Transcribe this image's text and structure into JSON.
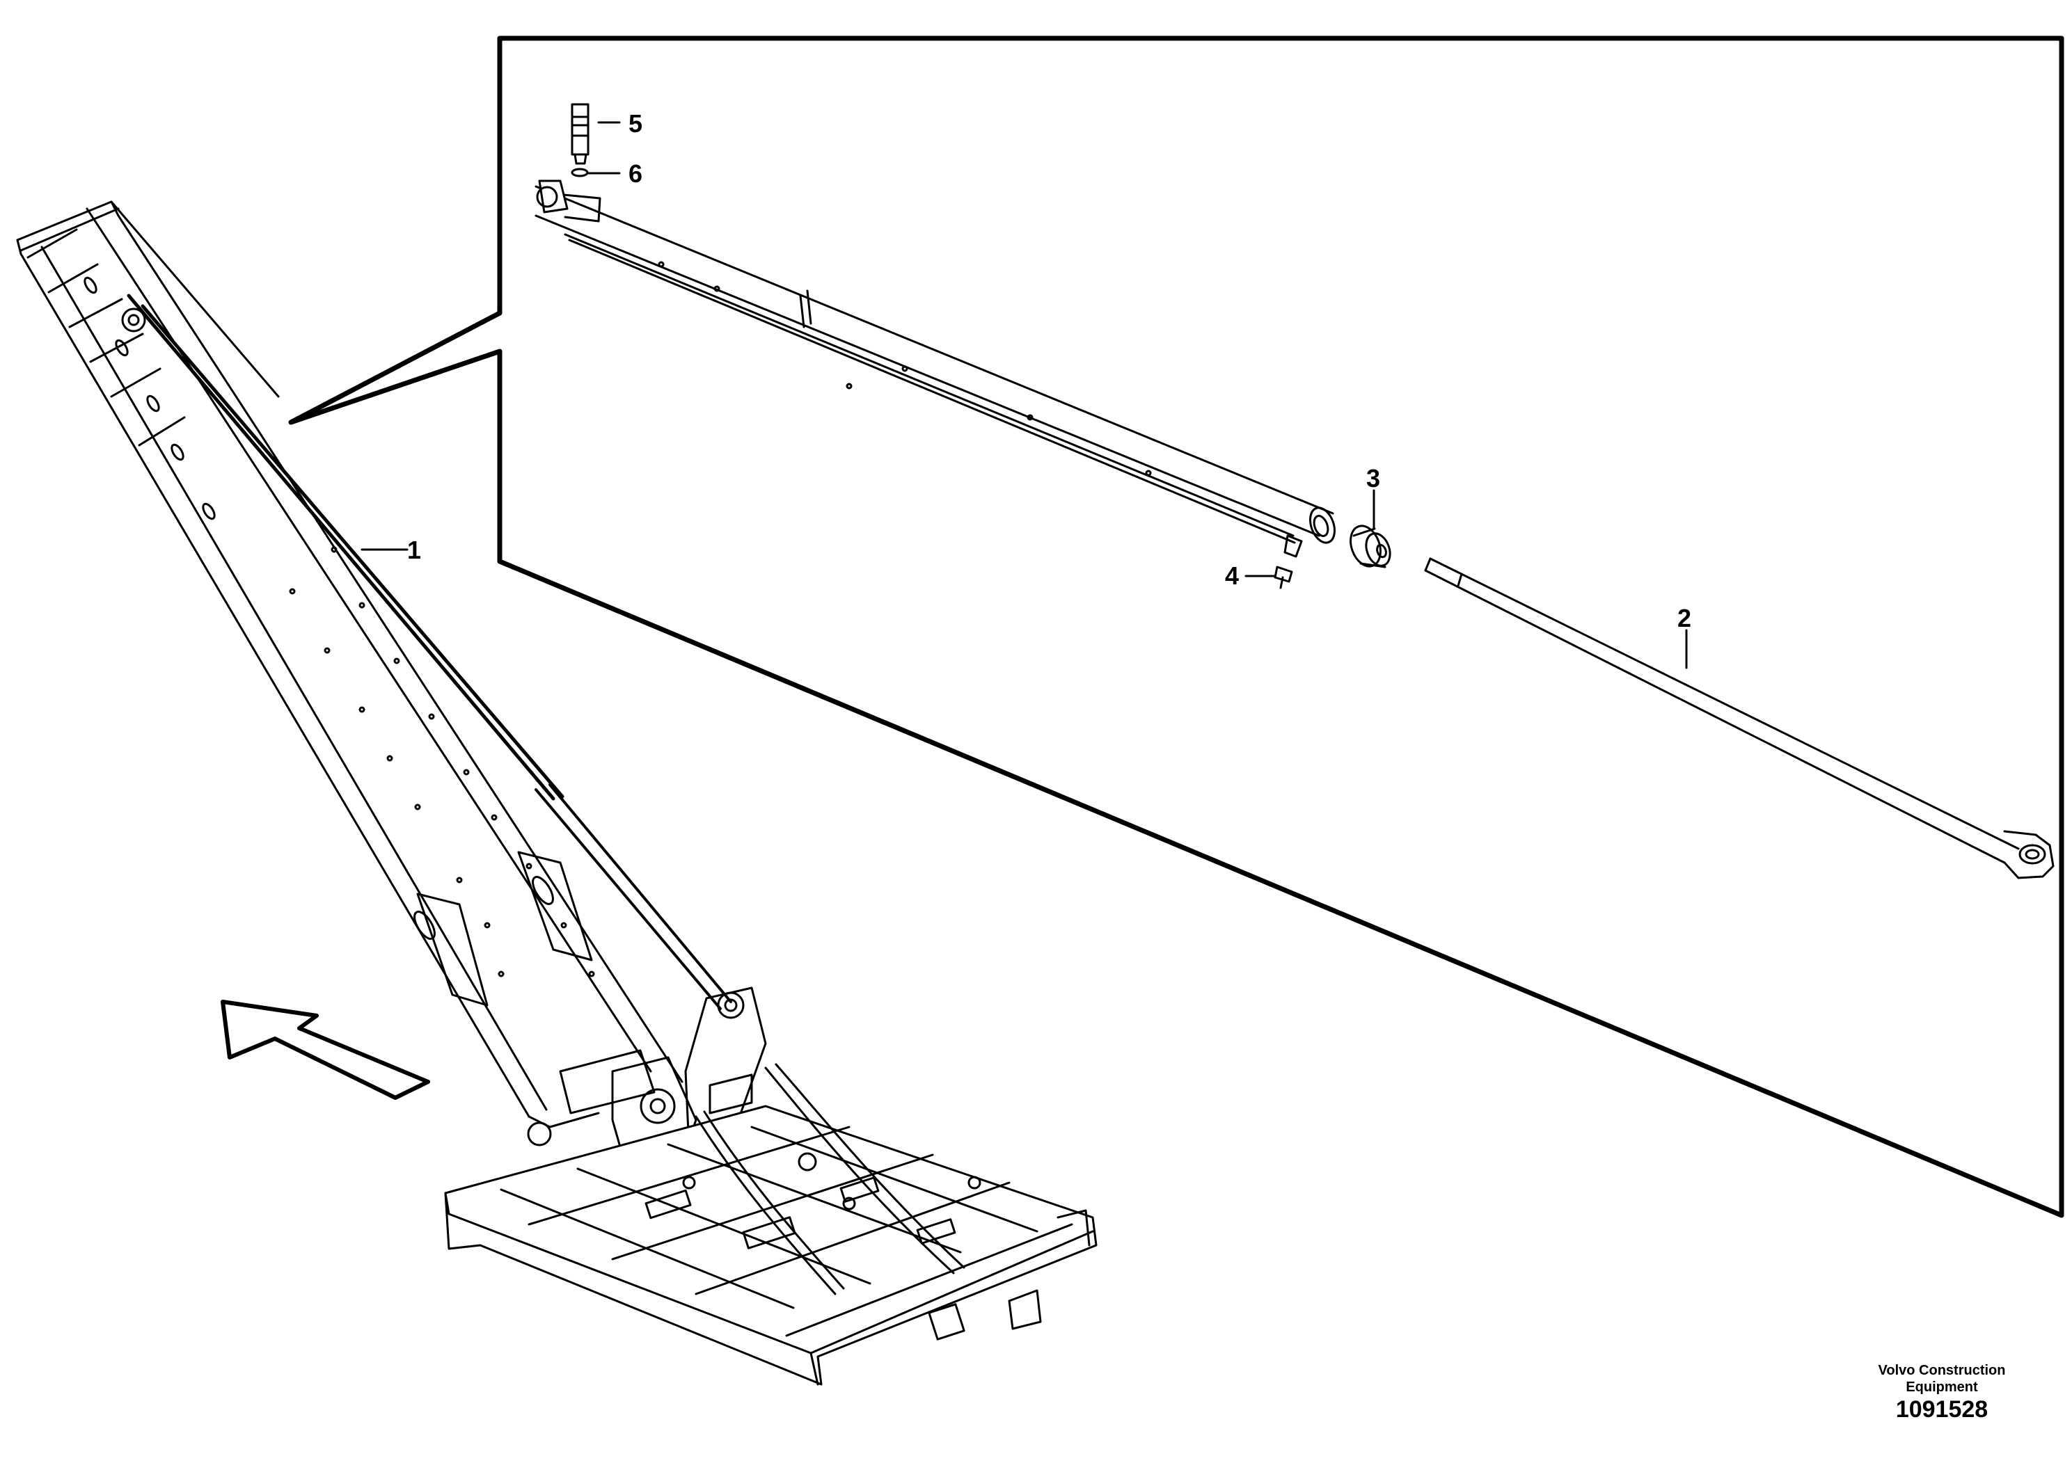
{
  "callouts": [
    {
      "id": "1",
      "label": "1"
    },
    {
      "id": "2",
      "label": "2"
    },
    {
      "id": "3",
      "label": "3"
    },
    {
      "id": "4",
      "label": "4"
    },
    {
      "id": "5",
      "label": "5"
    },
    {
      "id": "6",
      "label": "6"
    }
  ],
  "credit": {
    "company_line1": "Volvo Construction",
    "company_line2": "Equipment",
    "drawing_number": "1091528"
  }
}
